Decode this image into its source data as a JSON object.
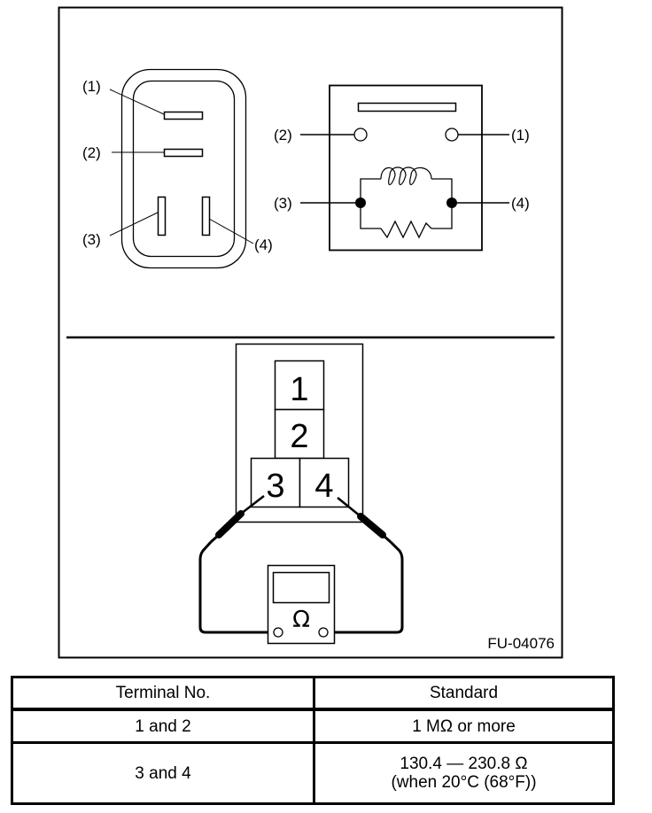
{
  "figure": {
    "id": "FU-04076",
    "connector_view": {
      "terminal_labels": [
        "(1)",
        "(2)",
        "(3)",
        "(4)"
      ]
    },
    "relay_schematic": {
      "terminal_labels": [
        "(1)",
        "(2)",
        "(3)",
        "(4)"
      ],
      "components": [
        "coil",
        "resistor"
      ]
    },
    "measurement_view": {
      "terminal_numbers": [
        "1",
        "2",
        "3",
        "4"
      ],
      "meter_symbol": "Ω",
      "meter_icon": "ohmmeter-icon"
    }
  },
  "table": {
    "headers": [
      "Terminal No.",
      "Standard"
    ],
    "rows": [
      {
        "terminal": "1 and 2",
        "standard": [
          "1 MΩ or more"
        ]
      },
      {
        "terminal": "3 and 4",
        "standard": [
          "130.4 — 230.8 Ω",
          "(when 20°C (68°F))"
        ]
      }
    ]
  }
}
